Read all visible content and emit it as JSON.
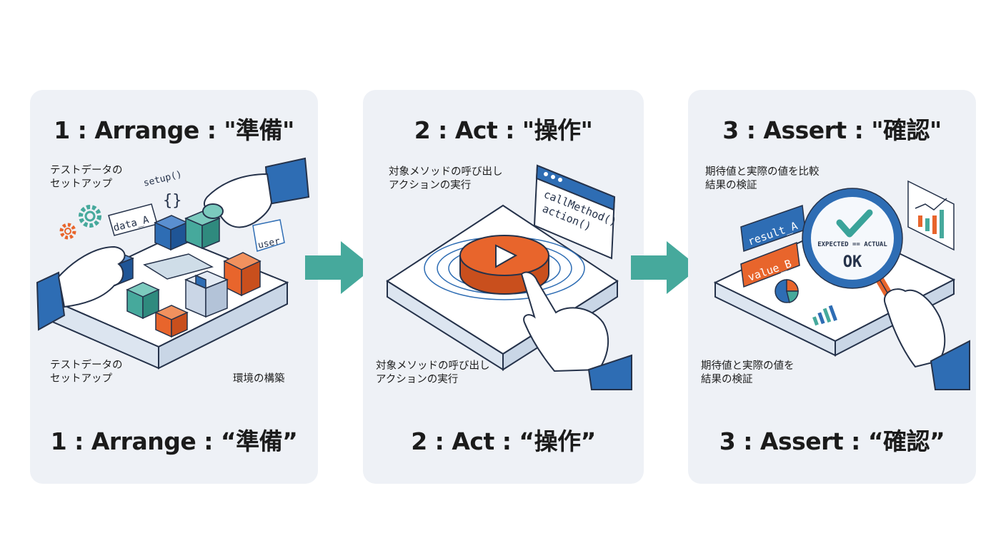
{
  "steps": [
    {
      "title_top": "1 : Arrange : \"準備\"",
      "title_bottom": "1 : Arrange : “準備”",
      "notes": [
        "テストデータの\nセットアップ",
        "テストデータの\nセットアップ",
        "環境の構築"
      ],
      "code_labels": [
        "setup()",
        "{}",
        "data_A",
        "user"
      ]
    },
    {
      "title_top": "2 : Act : \"操作\"",
      "title_bottom": "2 : Act : “操作”",
      "notes": [
        "対象メソッドの呼び出し\nアクションの実行",
        "対象メソッドの呼び出し\nアクションの実行"
      ],
      "code_lines": [
        "callMethod()",
        "action()"
      ]
    },
    {
      "title_top": "3 : Assert : \"確認\"",
      "title_bottom": "3 : Assert : “確認”",
      "notes": [
        "期待値と実際の値を比較\n結果の検証",
        "期待値と実際の値を\n結果の検証"
      ],
      "tags": [
        "result_A",
        "value_B"
      ],
      "lens_text": "EXPECTED == ACTUAL",
      "lens_result": "OK"
    }
  ],
  "colors": {
    "teal": "#46a99c",
    "blue": "#2e6db4",
    "orange": "#e8652c",
    "panel_bg": "#eef1f6",
    "check": "#3aa39a"
  }
}
